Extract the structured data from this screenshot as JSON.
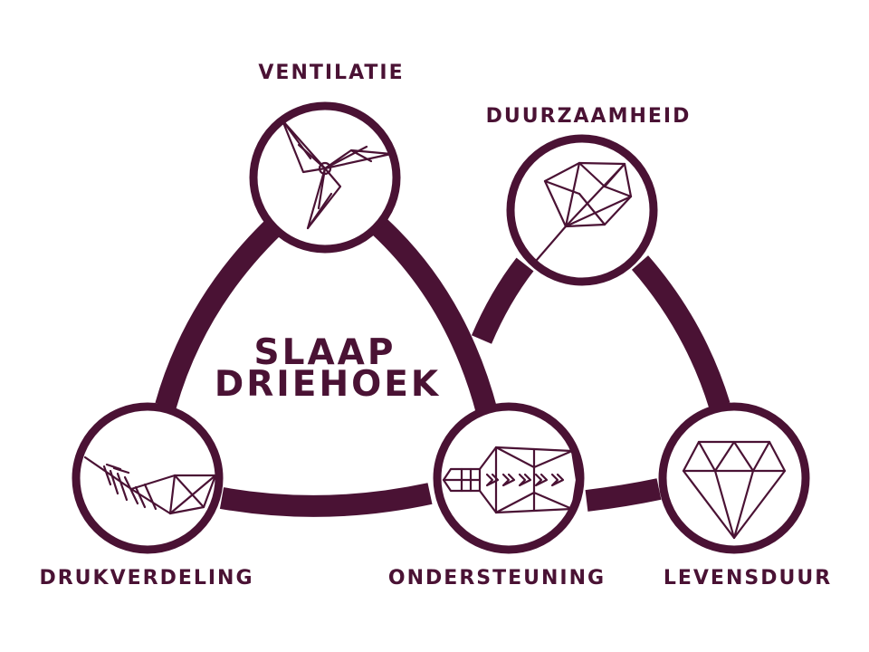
{
  "title": {
    "line1": "SLAAP",
    "line2": "DRIEHOEK"
  },
  "nodes": {
    "ventilatie": {
      "label": "VENTILATIE",
      "icon": "pinwheel-icon"
    },
    "duurzaamheid": {
      "label": "DUURZAAMHEID",
      "icon": "leaf-icon"
    },
    "drukverdeling": {
      "label": "DRUKVERDELING",
      "icon": "feather-icon"
    },
    "ondersteuning": {
      "label": "ONDERSTEUNING",
      "icon": "spine-icon"
    },
    "levensduur": {
      "label": "LEVENSDUUR",
      "icon": "diamond-icon"
    }
  },
  "colors": {
    "accent": "#4a1234",
    "background": "#ffffff"
  }
}
